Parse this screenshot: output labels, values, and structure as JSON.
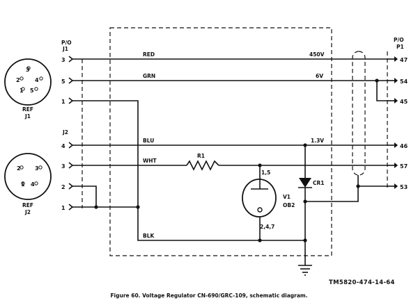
{
  "diagram": {
    "connectors": {
      "p0_left": {
        "top": "P/O",
        "sub": "J1"
      },
      "p0_right": {
        "top": "P/O",
        "sub": "P1"
      },
      "j2_label": "J2",
      "ref_j1": {
        "top": "REF",
        "sub": "J1"
      },
      "ref_j2": {
        "top": "REF",
        "sub": "J2"
      }
    },
    "j1_face_pins": [
      "3",
      "2",
      "4",
      "1",
      "5"
    ],
    "j2_face_pins": [
      "2",
      "3",
      "1",
      "4"
    ],
    "left_pins": [
      "3",
      "5",
      "1",
      "4",
      "3",
      "2",
      "1"
    ],
    "right_pins": [
      "47",
      "54",
      "45",
      "46",
      "57",
      "53"
    ],
    "wires": {
      "red": "RED",
      "grn": "GRN",
      "blu": "BLU",
      "wht": "WHT",
      "blk": "BLK"
    },
    "voltages": {
      "v450": "450V",
      "v6": "6V",
      "v13": "1.3V"
    },
    "components": {
      "r1": "R1",
      "cr1": "CR1",
      "v1_name": "V1",
      "v1_type": "OB2",
      "v1_pins_top": "1,5",
      "v1_pins_bottom": "2,4,7"
    }
  },
  "caption": "Figure 60.  Voltage Regulator CN-690/GRC-109, schematic diagram.",
  "tm_number": "TM5820-474-14-64"
}
